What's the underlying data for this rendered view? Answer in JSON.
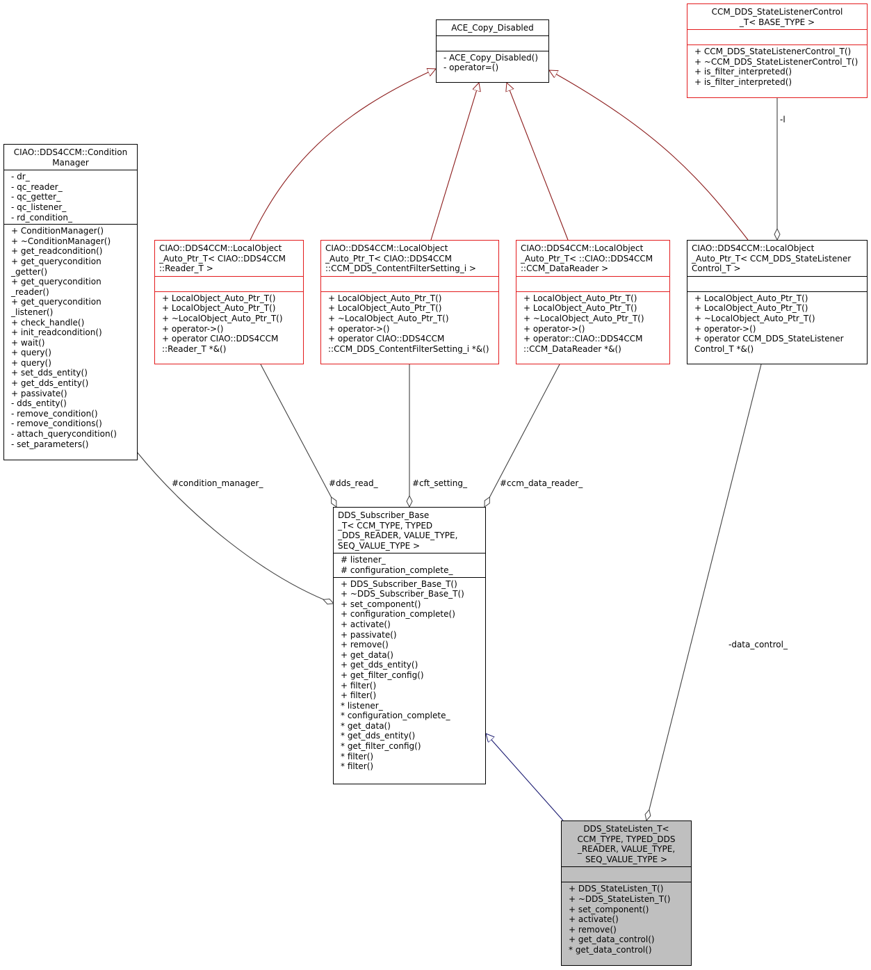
{
  "classes": {
    "ace": {
      "title": [
        "ACE_Copy_Disabled"
      ],
      "attrs": [],
      "ops": [
        "- ACE_Copy_Disabled()",
        "- operator=()"
      ]
    },
    "ccm_listener": {
      "title": [
        "CCM_DDS_StateListenerControl",
        "_T< BASE_TYPE >"
      ],
      "attrs": [],
      "ops": [
        "+ CCM_DDS_StateListenerControl_T()",
        "+ ~CCM_DDS_StateListenerControl_T()",
        "+ is_filter_interpreted()",
        "+ is_filter_interpreted()"
      ]
    },
    "condition_manager": {
      "title": [
        "CIAO::DDS4CCM::Condition",
        "Manager"
      ],
      "attrs": [
        "- dr_",
        "- qc_reader_",
        "- qc_getter_",
        "- qc_listener_",
        "- rd_condition_"
      ],
      "ops": [
        "+ ConditionManager()",
        "+ ~ConditionManager()",
        "+ get_readcondition()",
        "+ get_querycondition",
        "_getter()",
        "+ get_querycondition",
        "_reader()",
        "+ get_querycondition",
        "_listener()",
        "+ check_handle()",
        "+ init_readcondition()",
        "+ wait()",
        "+ query()",
        "+ query()",
        "+ set_dds_entity()",
        "+ get_dds_entity()",
        "+ passivate()",
        "- dds_entity()",
        "- remove_condition()",
        "- remove_conditions()",
        "- attach_querycondition()",
        "- set_parameters()"
      ]
    },
    "lo_reader": {
      "title": [
        "CIAO::DDS4CCM::LocalObject",
        "_Auto_Ptr_T< CIAO::DDS4CCM",
        "::Reader_T >"
      ],
      "attrs": [],
      "ops": [
        "+ LocalObject_Auto_Ptr_T()",
        "+ LocalObject_Auto_Ptr_T()",
        "+ ~LocalObject_Auto_Ptr_T()",
        "+ operator->()",
        "+ operator CIAO::DDS4CCM",
        "::Reader_T *&()"
      ]
    },
    "lo_cft": {
      "title": [
        "CIAO::DDS4CCM::LocalObject",
        "_Auto_Ptr_T< CIAO::DDS4CCM",
        "::CCM_DDS_ContentFilterSetting_i >"
      ],
      "attrs": [],
      "ops": [
        "+ LocalObject_Auto_Ptr_T()",
        "+ LocalObject_Auto_Ptr_T()",
        "+ ~LocalObject_Auto_Ptr_T()",
        "+ operator->()",
        "+ operator CIAO::DDS4CCM",
        "::CCM_DDS_ContentFilterSetting_i *&()"
      ]
    },
    "lo_datareader": {
      "title": [
        "CIAO::DDS4CCM::LocalObject",
        "_Auto_Ptr_T< ::CIAO::DDS4CCM",
        "::CCM_DataReader >"
      ],
      "attrs": [],
      "ops": [
        "+ LocalObject_Auto_Ptr_T()",
        "+ LocalObject_Auto_Ptr_T()",
        "+ ~LocalObject_Auto_Ptr_T()",
        "+ operator->()",
        "+ operator::CIAO::DDS4CCM",
        "::CCM_DataReader *&()"
      ]
    },
    "lo_statelistener": {
      "title": [
        "CIAO::DDS4CCM::LocalObject",
        "_Auto_Ptr_T< CCM_DDS_StateListener",
        "Control_T >"
      ],
      "attrs": [],
      "ops": [
        "+ LocalObject_Auto_Ptr_T()",
        "+ LocalObject_Auto_Ptr_T()",
        "+ ~LocalObject_Auto_Ptr_T()",
        "+ operator->()",
        "+ operator CCM_DDS_StateListener",
        "Control_T *&()"
      ]
    },
    "subscriber_base": {
      "title": [
        "DDS_Subscriber_Base",
        "_T< CCM_TYPE, TYPED",
        "_DDS_READER, VALUE_TYPE,",
        "SEQ_VALUE_TYPE >"
      ],
      "attrs": [
        "# listener_",
        "# configuration_complete_"
      ],
      "ops": [
        "+ DDS_Subscriber_Base_T()",
        "+ ~DDS_Subscriber_Base_T()",
        "+ set_component()",
        "+ configuration_complete()",
        "+ activate()",
        "+ passivate()",
        "+ remove()",
        "+ get_data()",
        "+ get_dds_entity()",
        "+ get_filter_config()",
        "+ filter()",
        "+ filter()",
        "* listener_",
        "* configuration_complete_",
        "* get_data()",
        "* get_dds_entity()",
        "* get_filter_config()",
        "* filter()",
        "* filter()"
      ]
    },
    "state_listen": {
      "title": [
        "DDS_StateListen_T<",
        "CCM_TYPE, TYPED_DDS",
        "_READER, VALUE_TYPE,",
        "SEQ_VALUE_TYPE >"
      ],
      "attrs": [],
      "ops": [
        "+ DDS_StateListen_T()",
        "+ ~DDS_StateListen_T()",
        "+ set_component()",
        "+ activate()",
        "+ remove()",
        "+ get_data_control()",
        "* get_data_control()"
      ]
    }
  },
  "edge_labels": {
    "l": "-l",
    "condition_manager": "#condition_manager_",
    "dds_read": "#dds_read_",
    "cft_setting": "#cft_setting_",
    "ccm_data_reader": "#ccm_data_reader_",
    "data_control": "-data_control_"
  },
  "colors": {
    "inherit_template": "#8b1a1a",
    "inherit_base": "#191970",
    "composition": "#404040",
    "template_border": "#e31a1c",
    "focus_fill": "#bfbfbf"
  }
}
